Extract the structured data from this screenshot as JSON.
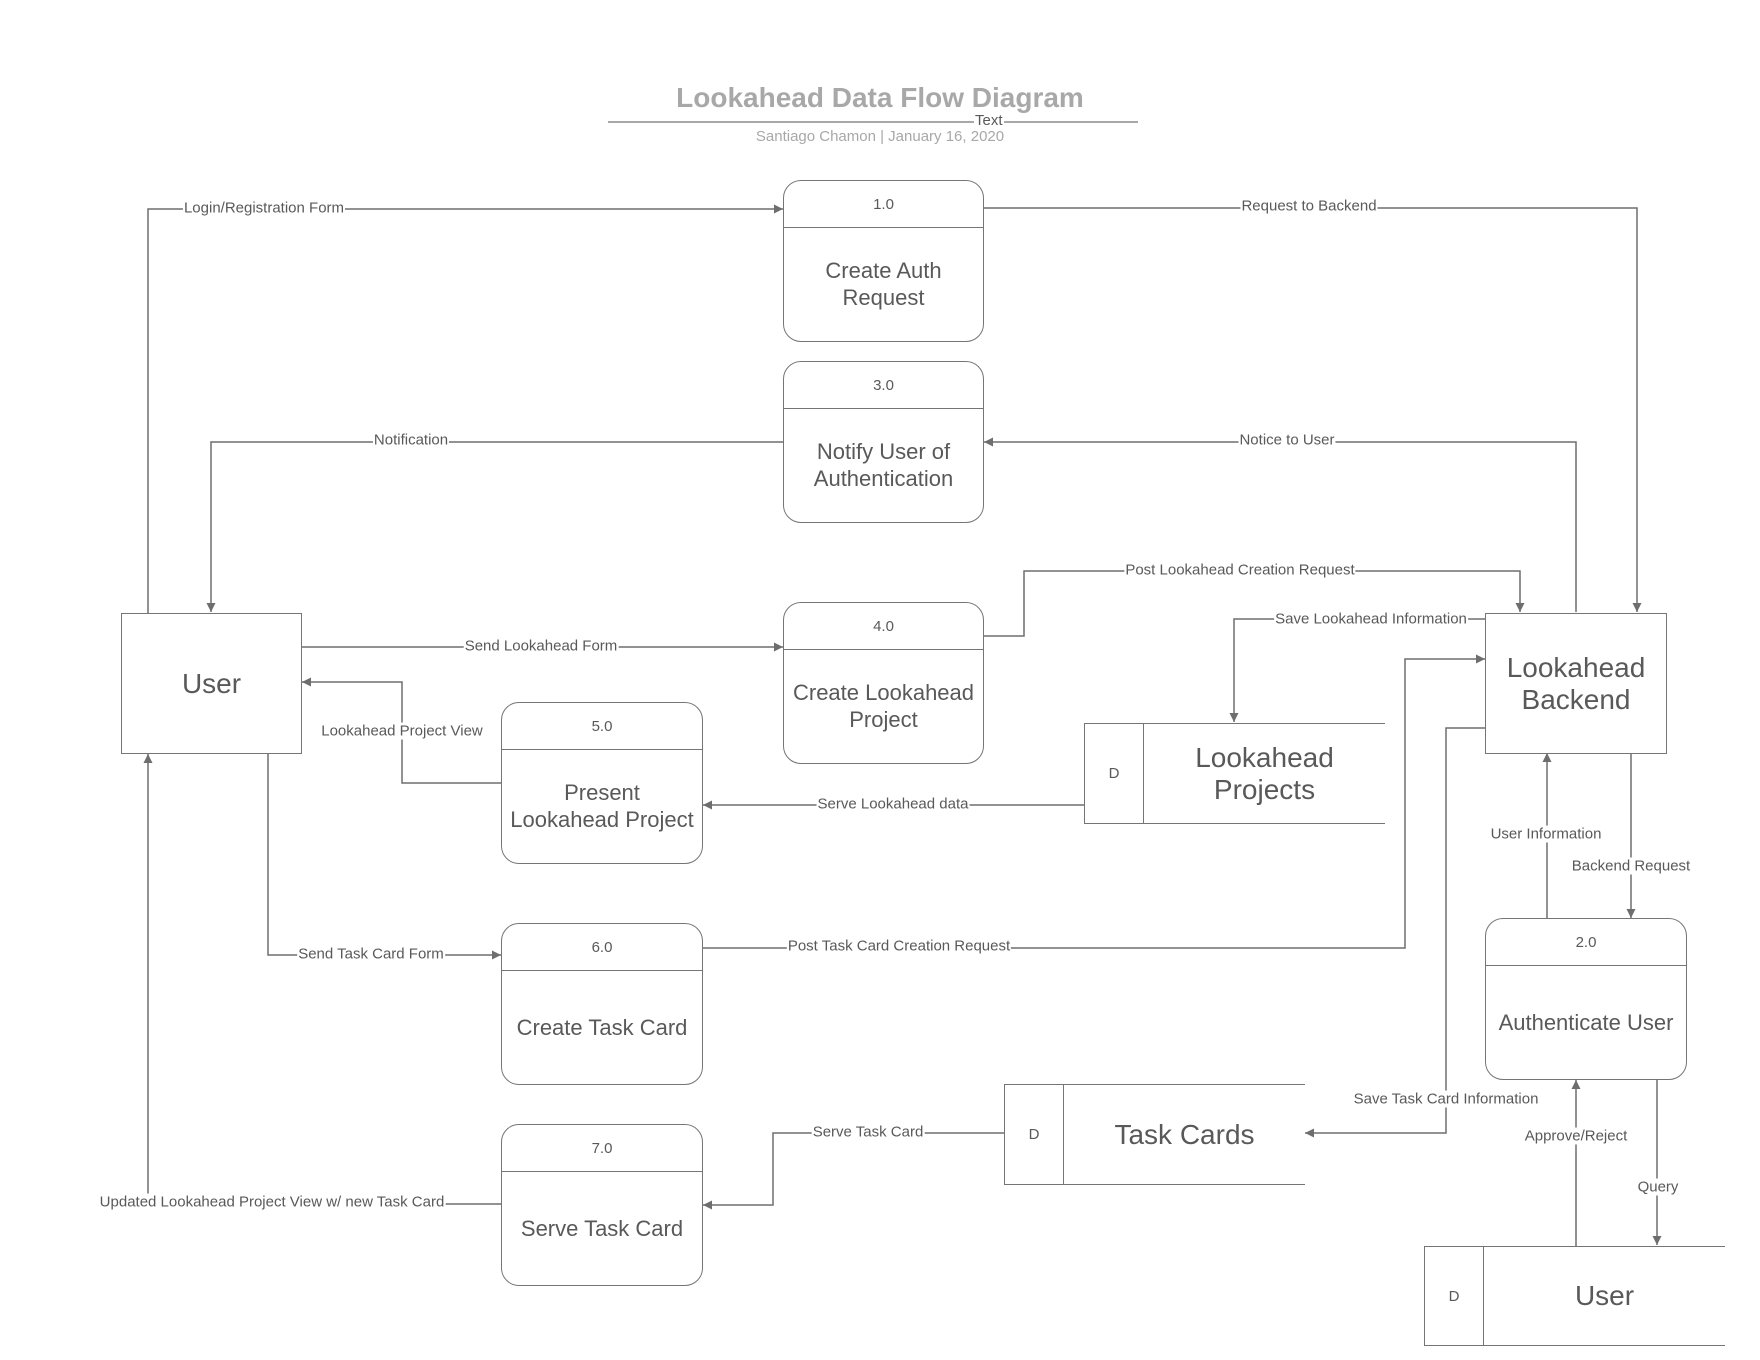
{
  "header": {
    "title": "Lookahead Data Flow Diagram",
    "text_tag": "Text",
    "subtitle": "Santiago Chamon  |  January 16, 2020"
  },
  "processes": [
    {
      "id": "1.0",
      "name": "Create Auth Request"
    },
    {
      "id": "3.0",
      "name": "Notify User of Authentication"
    },
    {
      "id": "4.0",
      "name": "Create Lookahead Project"
    },
    {
      "id": "5.0",
      "name": "Present Lookahead Project"
    },
    {
      "id": "6.0",
      "name": "Create Task Card"
    },
    {
      "id": "7.0",
      "name": "Serve Task Card"
    },
    {
      "id": "2.0",
      "name": "Authenticate User"
    }
  ],
  "entities": [
    {
      "name": "User"
    },
    {
      "name": "Lookahead Backend"
    }
  ],
  "stores": [
    {
      "id": "D",
      "name": "Lookahead Projects"
    },
    {
      "id": "D",
      "name": "Task Cards"
    },
    {
      "id": "D",
      "name": "User"
    }
  ],
  "flows": [
    {
      "label": "Login/Registration Form"
    },
    {
      "label": "Request to Backend"
    },
    {
      "label": "Notification"
    },
    {
      "label": "Notice to User"
    },
    {
      "label": "Post Lookahead Creation Request"
    },
    {
      "label": "Save Lookahead Information"
    },
    {
      "label": "Send Lookahead Form"
    },
    {
      "label": "Lookahead Project View"
    },
    {
      "label": "Serve Lookahead data"
    },
    {
      "label": "User Information"
    },
    {
      "label": "Backend Request"
    },
    {
      "label": "Send Task Card Form"
    },
    {
      "label": "Post Task Card Creation Request"
    },
    {
      "label": "Save Task Card Information"
    },
    {
      "label": "Approve/Reject"
    },
    {
      "label": "Serve Task Card"
    },
    {
      "label": "Query"
    },
    {
      "label": "Updated Lookahead Project View w/ new Task Card"
    }
  ],
  "colors": {
    "line": "#6e6e6e",
    "text": "#595959",
    "title": "#a8a8a8"
  }
}
